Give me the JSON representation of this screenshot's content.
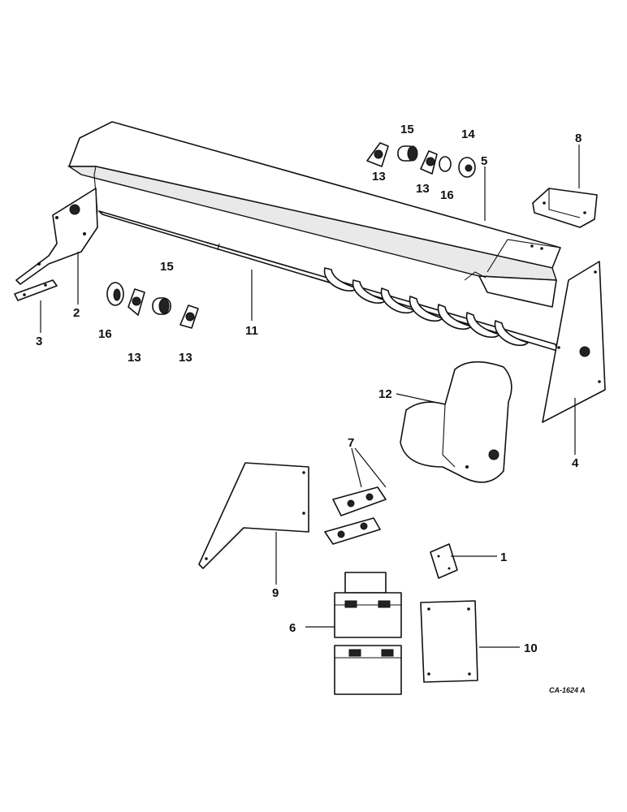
{
  "reference_code": "CA-1624 A",
  "callouts": {
    "c1": "1",
    "c2": "2",
    "c3": "3",
    "c4": "4",
    "c5": "5",
    "c6": "6",
    "c7": "7",
    "c8": "8",
    "c9": "9",
    "c10": "10",
    "c11": "11",
    "c12": "12",
    "c13a": "13",
    "c13b": "13",
    "c13c": "13",
    "c13d": "13",
    "c14": "14",
    "c15a": "15",
    "c15b": "15",
    "c16a": "16",
    "c16b": "16"
  }
}
